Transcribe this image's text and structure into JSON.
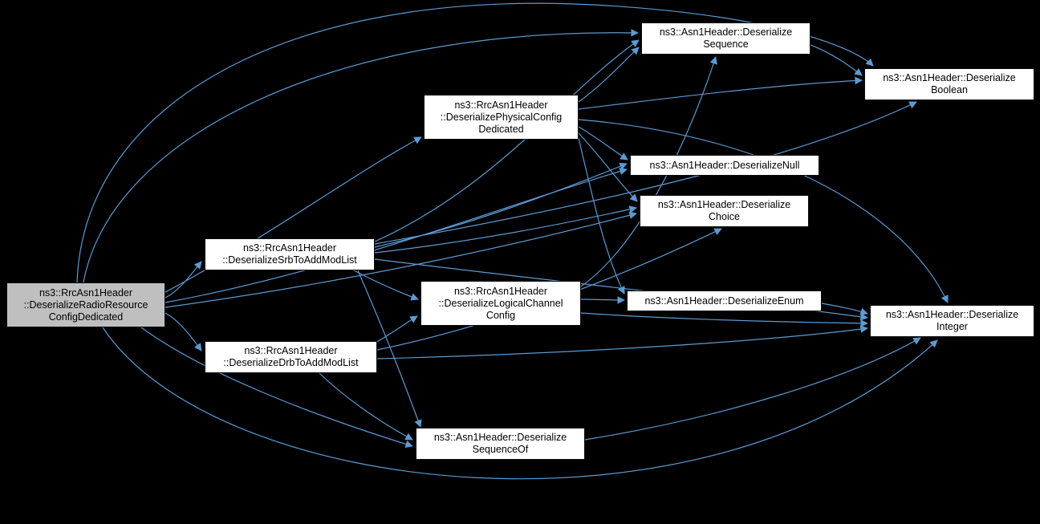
{
  "diagram": {
    "type": "call-graph",
    "background_color": "#000000",
    "edge_color": "#5c9ad2",
    "node_fill": "#ffffff",
    "highlighted_node_fill": "#bfbfbf",
    "nodes": [
      {
        "id": "radio",
        "highlighted": true,
        "lines": [
          "ns3::RrcAsn1Header",
          "::DeserializeRadioResource",
          "ConfigDedicated"
        ]
      },
      {
        "id": "srb",
        "highlighted": false,
        "lines": [
          "ns3::RrcAsn1Header",
          "::DeserializeSrbToAddModList"
        ]
      },
      {
        "id": "drb",
        "highlighted": false,
        "lines": [
          "ns3::RrcAsn1Header",
          "::DeserializeDrbToAddModList"
        ]
      },
      {
        "id": "physical",
        "highlighted": false,
        "lines": [
          "ns3::RrcAsn1Header",
          "::DeserializePhysicalConfig",
          "Dedicated"
        ]
      },
      {
        "id": "logical",
        "highlighted": false,
        "lines": [
          "ns3::RrcAsn1Header",
          "::DeserializeLogicalChannel",
          "Config"
        ]
      },
      {
        "id": "sequence",
        "highlighted": false,
        "lines": [
          "ns3::Asn1Header::Deserialize",
          "Sequence"
        ]
      },
      {
        "id": "boolean",
        "highlighted": false,
        "lines": [
          "ns3::Asn1Header::Deserialize",
          "Boolean"
        ]
      },
      {
        "id": "null",
        "highlighted": false,
        "lines": [
          "ns3::Asn1Header::DeserializeNull"
        ]
      },
      {
        "id": "choice",
        "highlighted": false,
        "lines": [
          "ns3::Asn1Header::Deserialize",
          "Choice"
        ]
      },
      {
        "id": "enum",
        "highlighted": false,
        "lines": [
          "ns3::Asn1Header::DeserializeEnum"
        ]
      },
      {
        "id": "integer",
        "highlighted": false,
        "lines": [
          "ns3::Asn1Header::Deserialize",
          "Integer"
        ]
      },
      {
        "id": "sequenceOf",
        "highlighted": false,
        "lines": [
          "ns3::Asn1Header::Deserialize",
          "SequenceOf"
        ]
      }
    ],
    "edges": [
      {
        "from": "radio",
        "to": "srb"
      },
      {
        "from": "radio",
        "to": "drb"
      },
      {
        "from": "radio",
        "to": "physical"
      },
      {
        "from": "radio",
        "to": "sequence"
      },
      {
        "from": "radio",
        "to": "boolean"
      },
      {
        "from": "radio",
        "to": "null"
      },
      {
        "from": "radio",
        "to": "choice"
      },
      {
        "from": "radio",
        "to": "sequenceOf"
      },
      {
        "from": "radio",
        "to": "integer"
      },
      {
        "from": "srb",
        "to": "sequence"
      },
      {
        "from": "srb",
        "to": "null"
      },
      {
        "from": "srb",
        "to": "choice"
      },
      {
        "from": "srb",
        "to": "logical"
      },
      {
        "from": "srb",
        "to": "integer"
      },
      {
        "from": "srb",
        "to": "boolean"
      },
      {
        "from": "srb",
        "to": "sequenceOf"
      },
      {
        "from": "drb",
        "to": "choice"
      },
      {
        "from": "drb",
        "to": "logical"
      },
      {
        "from": "drb",
        "to": "integer"
      },
      {
        "from": "drb",
        "to": "sequenceOf"
      },
      {
        "from": "physical",
        "to": "sequence"
      },
      {
        "from": "physical",
        "to": "boolean"
      },
      {
        "from": "physical",
        "to": "null"
      },
      {
        "from": "physical",
        "to": "choice"
      },
      {
        "from": "physical",
        "to": "integer"
      },
      {
        "from": "physical",
        "to": "enum"
      },
      {
        "from": "logical",
        "to": "sequence"
      },
      {
        "from": "logical",
        "to": "enum"
      },
      {
        "from": "logical",
        "to": "integer"
      },
      {
        "from": "enum",
        "to": "integer"
      },
      {
        "from": "sequence",
        "to": "boolean"
      },
      {
        "from": "sequenceOf",
        "to": "integer"
      }
    ]
  }
}
